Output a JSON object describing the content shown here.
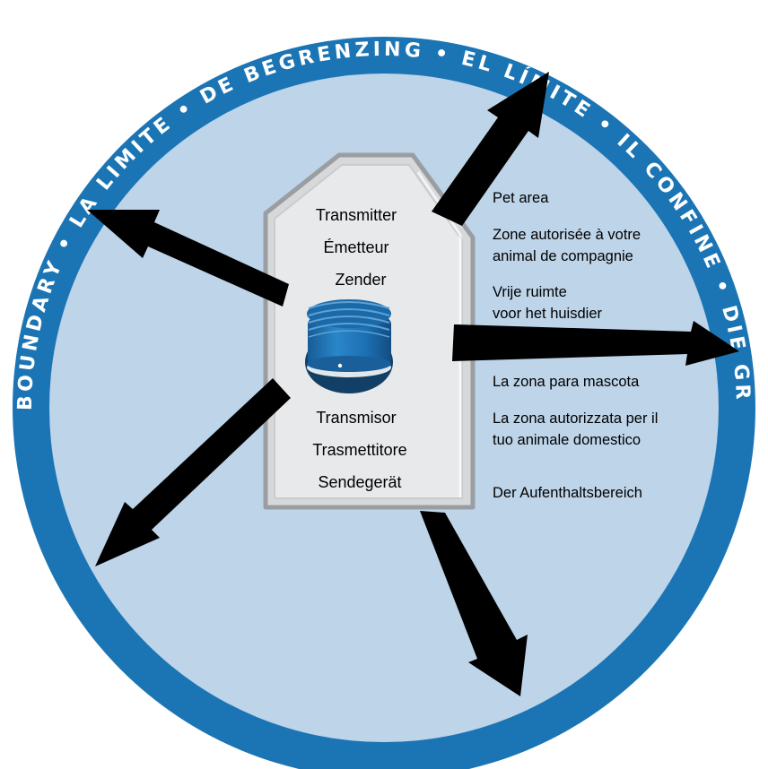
{
  "boundary_ring": {
    "text": "THE BOUNDARY • LA LIMITE • DE BEGRENZING • EL LÍMITE • IL CONFINE • DIE GRENZE",
    "color": "#1b75b5"
  },
  "pet_area_color": "#bdd4e9",
  "transmitter_names_top": [
    "Transmitter",
    "Émetteur",
    "Zender"
  ],
  "transmitter_names_bottom": [
    "Transmisor",
    "Trasmettitore",
    "Sendegerät"
  ],
  "pet_area_labels": {
    "top": [
      [
        "Pet area"
      ],
      [
        "Zone autorisée à votre",
        "animal de compagnie"
      ],
      [
        "Vrije ruimte",
        "voor het huisdier"
      ]
    ],
    "bottom": [
      [
        "La zona para mascota"
      ],
      [
        "La zona autorizzata per il",
        "tuo animale domestico"
      ],
      [
        "Der Aufenthaltsbereich"
      ]
    ]
  },
  "device_color": "#1d6fb3",
  "arrow_color": "#000000"
}
